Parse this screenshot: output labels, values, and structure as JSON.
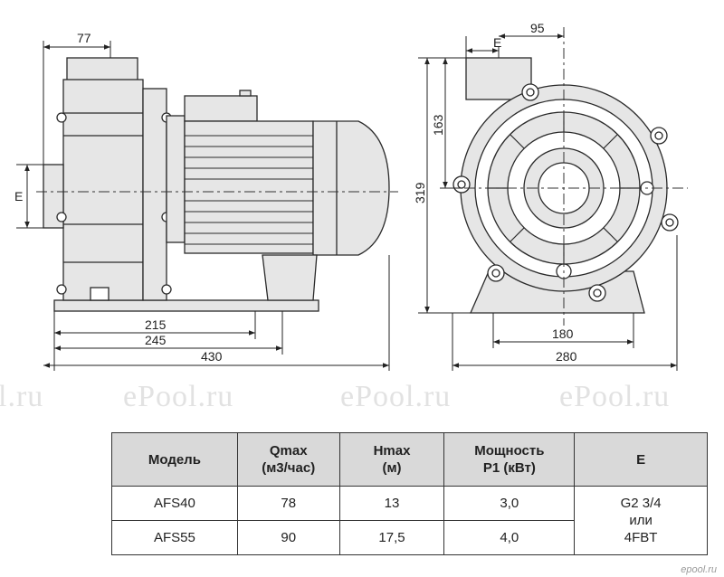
{
  "watermark": {
    "texts": [
      "l.ru",
      "ePool.ru",
      "ePool.ru",
      "ePool.ru"
    ]
  },
  "drawing": {
    "side_view": {
      "dim_top": "77",
      "dim_e": "E",
      "dim_215": "215",
      "dim_245": "245",
      "dim_430": "430"
    },
    "front_view": {
      "dim_95": "95",
      "dim_e": "E",
      "dim_163": "163",
      "dim_319": "319",
      "dim_180": "180",
      "dim_280": "280"
    }
  },
  "table": {
    "headers": [
      {
        "line1": "Модель",
        "line2": ""
      },
      {
        "line1": "Qmax",
        "line2": "(м3/час)"
      },
      {
        "line1": "Hmax",
        "line2": "(м)"
      },
      {
        "line1": "Мощность",
        "line2": "P1 (кВт)"
      },
      {
        "line1": "E",
        "line2": ""
      }
    ],
    "rows": [
      {
        "model": "AFS40",
        "qmax": "78",
        "hmax": "13",
        "power": "3,0"
      },
      {
        "model": "AFS55",
        "qmax": "90",
        "hmax": "17,5",
        "power": "4,0"
      }
    ],
    "e_value": {
      "line1": "G2 3/4",
      "line2": "или",
      "line3": "4FBT"
    }
  },
  "corner_logo": "epool.ru",
  "colors": {
    "line": "#2a2a2a",
    "fill": "#e6e6e6",
    "header_bg": "#d9d9d9"
  }
}
